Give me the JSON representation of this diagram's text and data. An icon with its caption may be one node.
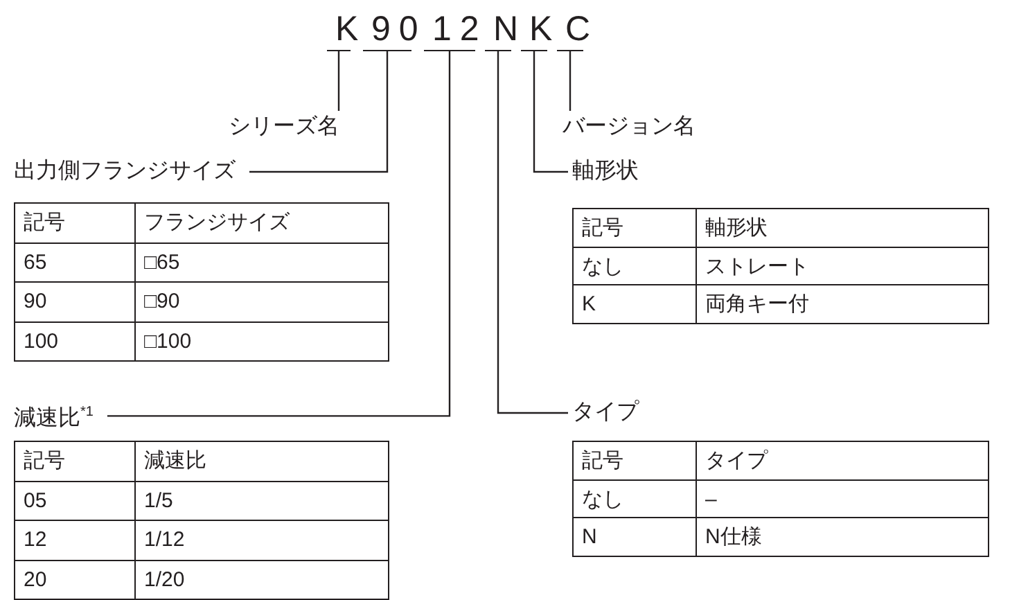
{
  "diagram": {
    "nodes": [
      {
        "text": [
          "K"
        ]
      },
      {
        "text": [
          "90"
        ]
      },
      {
        "text": [
          "12"
        ]
      },
      {
        "text": [
          "N"
        ]
      },
      {
        "text": [
          "K"
        ]
      },
      {
        "text": [
          "C"
        ]
      },
      {
        "text": [
          "シリーズ名"
        ]
      },
      {
        "text": [
          "バージョン名"
        ]
      },
      {
        "text": [
          "出力側フランジサイズ"
        ]
      },
      {
        "text": [
          "軸形状"
        ]
      },
      {
        "text": [
          "減速比$^{*1}$"
        ]
      },
      {
        "text": [
          "タイプ"
        ]
      }
    ],
    "edges": [
      {
        "from": 0,
        "to": 6,
        "arrow": "none"
      },
      {
        "from": 5,
        "to": 7,
        "arrow": "none"
      },
      {
        "from": 1,
        "to": 8,
        "arrow": "none"
      },
      {
        "from": 4,
        "to": 9,
        "arrow": "none"
      },
      {
        "from": 2,
        "to": 10,
        "arrow": "none"
      },
      {
        "from": 3,
        "to": 11,
        "arrow": "none"
      }
    ],
    "labels": [
      "記号",
      "フランジサイズ",
      "65",
      "□65",
      "90",
      "□90",
      "100",
      "□100",
      "記号",
      "軸形状",
      "なし",
      "ストレート",
      "K",
      "両角キー付",
      "記号",
      "減速比",
      "05",
      "1/5",
      "12",
      "1/12",
      "20",
      "1/20",
      "記号",
      "タイプ",
      "なし",
      "–",
      "N",
      "N仕様"
    ]
  }
}
